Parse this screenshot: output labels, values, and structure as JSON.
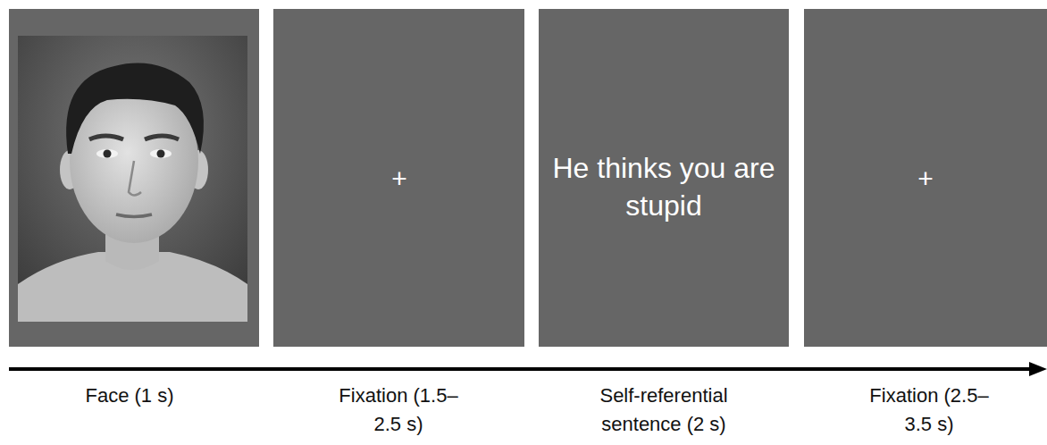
{
  "diagram": {
    "nodes": [
      {
        "text": [
          "+"
        ]
      },
      {
        "text": [
          "He thinks you are stupid"
        ]
      },
      {
        "text": [
          "+"
        ]
      }
    ],
    "labels": [
      "Face (1 s)",
      "Fixation (1.5–2.5 s)",
      "Self-referential sentence (2 s)",
      "Fixation (2.5–3.5 s)"
    ]
  }
}
